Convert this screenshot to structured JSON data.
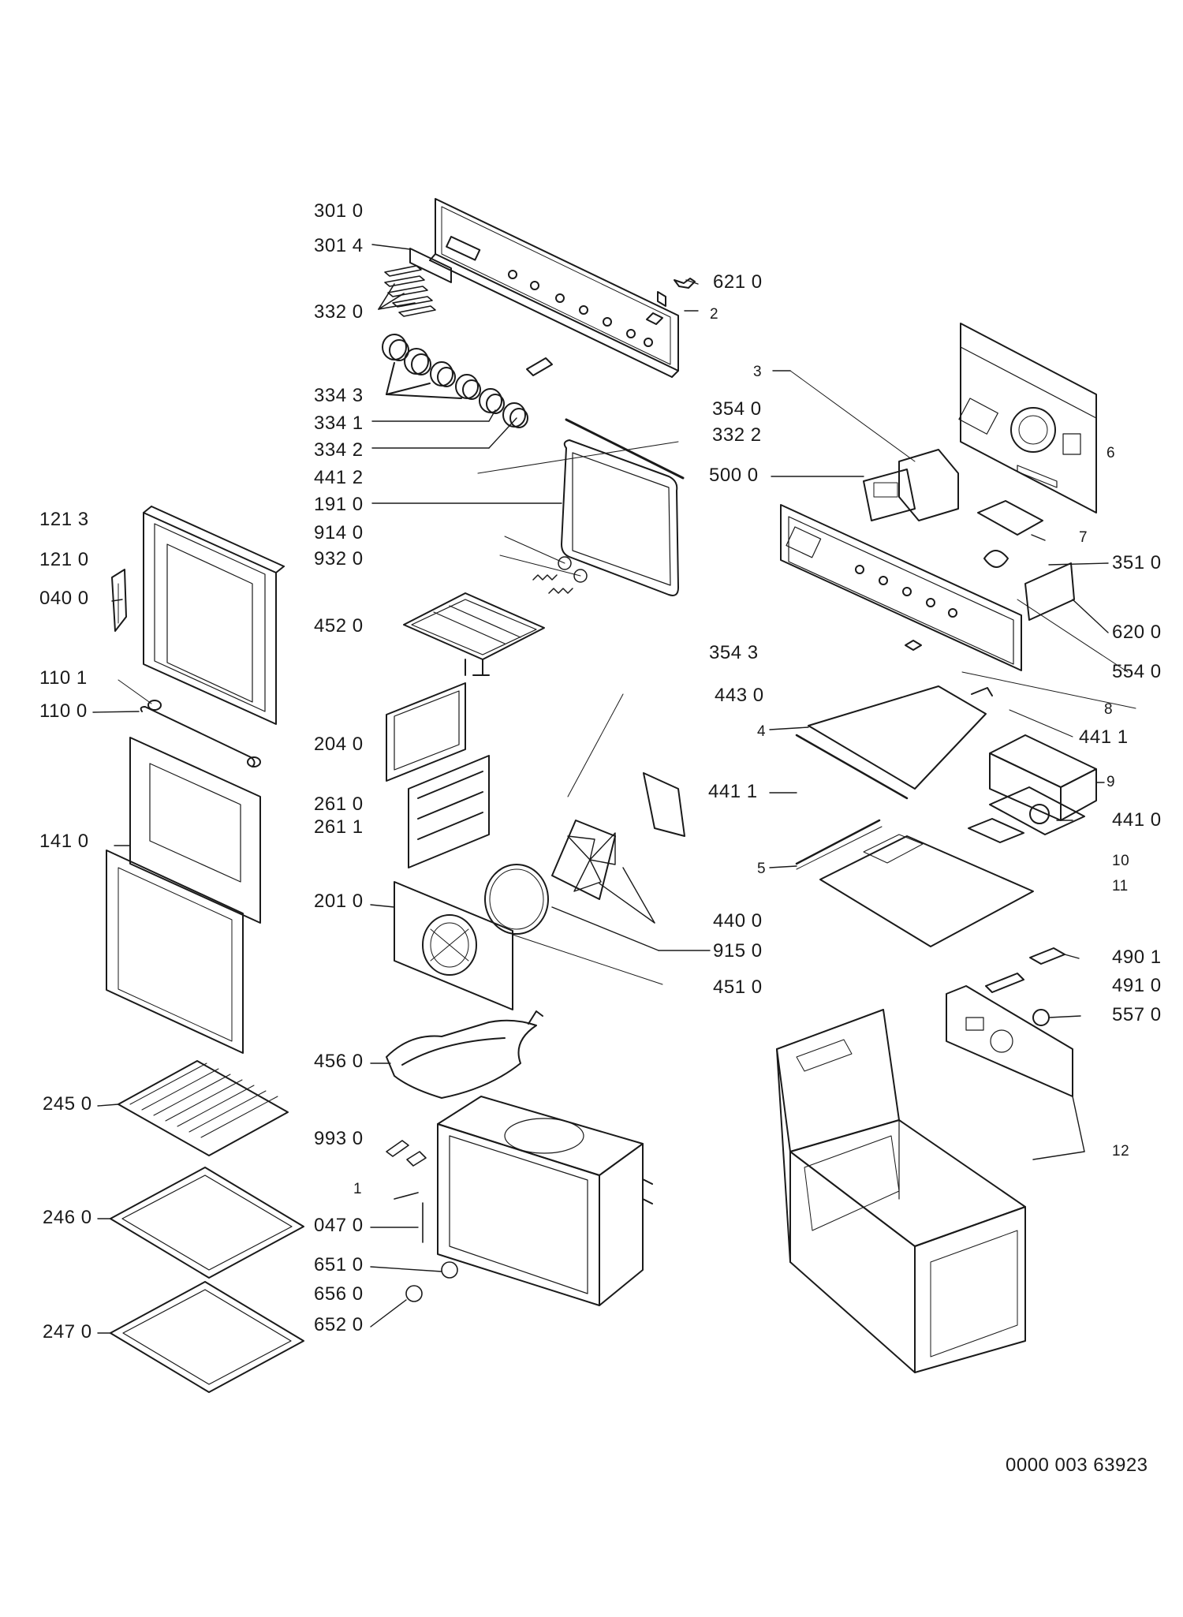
{
  "doc_id": "0000 003 63923",
  "labels": {
    "l_3010": "301 0",
    "l_3014": "301 4",
    "l_3320": "332 0",
    "l_6210": "621 0",
    "l_2": "2",
    "l_3343": "334 3",
    "l_3341": "334 1",
    "l_3342": "334 2",
    "l_4412": "441 2",
    "l_1910": "191 0",
    "l_9140": "914 0",
    "l_9320": "932 0",
    "l_4520": "452 0",
    "l_2040": "204 0",
    "l_2610": "261 0",
    "l_2611": "261 1",
    "l_2010": "201 0",
    "l_4560": "456 0",
    "l_9930": "993 0",
    "l_1": "1",
    "l_0470": "047 0",
    "l_6510": "651 0",
    "l_6560": "656 0",
    "l_6520": "652 0",
    "l_1213": "121 3",
    "l_1210": "121 0",
    "l_0400": "040 0",
    "l_1101": "110 1",
    "l_1100": "110 0",
    "l_1410": "141 0",
    "l_2450": "245 0",
    "l_2460": "246 0",
    "l_2470": "247 0",
    "l_3": "3",
    "l_3540": "354 0",
    "l_3322": "332 2",
    "l_5000": "500 0",
    "l_6": "6",
    "l_7": "7",
    "l_3510": "351 0",
    "l_6200": "620 0",
    "l_3543": "354 3",
    "l_5540": "554 0",
    "l_4430": "443 0",
    "l_8": "8",
    "l_4": "4",
    "l_4411a": "441 1",
    "l_4411b": "441 1",
    "l_9": "9",
    "l_4410": "441 0",
    "l_5": "5",
    "l_10": "10",
    "l_11": "11",
    "l_4400": "440 0",
    "l_9150": "915 0",
    "l_4510": "451 0",
    "l_4901": "490 1",
    "l_4910": "491 0",
    "l_5570": "557 0",
    "l_12": "12"
  }
}
